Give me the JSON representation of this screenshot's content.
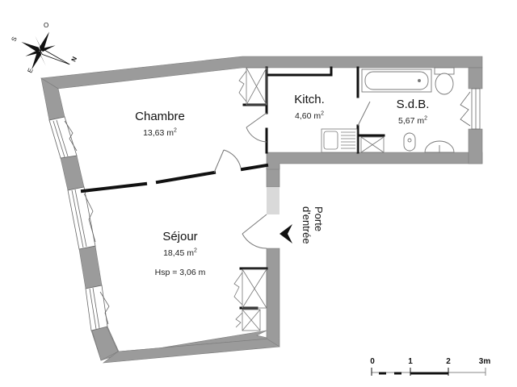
{
  "plan": {
    "wall_color": "#9b9b9b",
    "partition_color": "#111111",
    "fixture_color": "#777777"
  },
  "compass": {
    "north": "N",
    "south": "S",
    "east": "E",
    "west": "O"
  },
  "rooms": [
    {
      "name": "Chambre",
      "area": "13,63 m",
      "unit_sup": "2"
    },
    {
      "name": "Kitch.",
      "area": "4,60 m",
      "unit_sup": "2"
    },
    {
      "name": "S.d.B.",
      "area": "5,67 m",
      "unit_sup": "2"
    },
    {
      "name": "Séjour",
      "area": "18,45 m",
      "unit_sup": "2",
      "ceiling_height": "Hsp = 3,06 m"
    }
  ],
  "entrance": {
    "line1": "Porte",
    "line2": "d'entrée"
  },
  "scale_bar": {
    "ticks": [
      "0",
      "1",
      "2",
      "3m"
    ]
  }
}
